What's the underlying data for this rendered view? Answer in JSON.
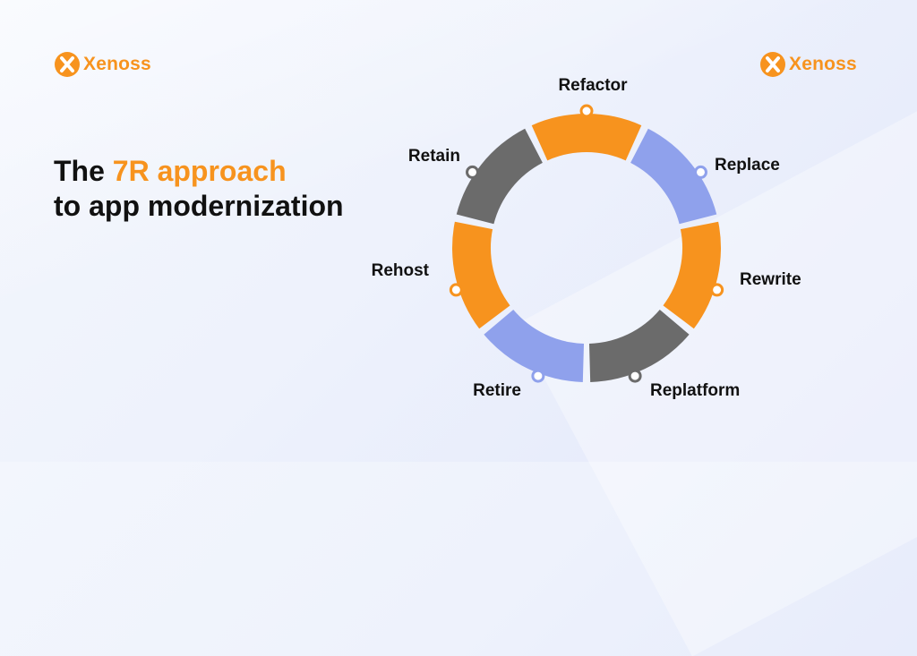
{
  "brand": {
    "name": "Xenoss",
    "color": "#f7931e"
  },
  "headline": {
    "prefix": "The",
    "highlight": "7R approach",
    "line2": "to app modernization"
  },
  "colors": {
    "orange": "#f7931e",
    "blue": "#8fa1ec",
    "gray": "#6b6b6b",
    "text": "#111111"
  },
  "cycle": {
    "segments": [
      {
        "label": "Refactor",
        "color": "orange"
      },
      {
        "label": "Replace",
        "color": "blue"
      },
      {
        "label": "Rewrite",
        "color": "orange"
      },
      {
        "label": "Replatform",
        "color": "gray"
      },
      {
        "label": "Retire",
        "color": "blue"
      },
      {
        "label": "Rehost",
        "color": "orange"
      },
      {
        "label": "Retain",
        "color": "gray"
      }
    ]
  }
}
